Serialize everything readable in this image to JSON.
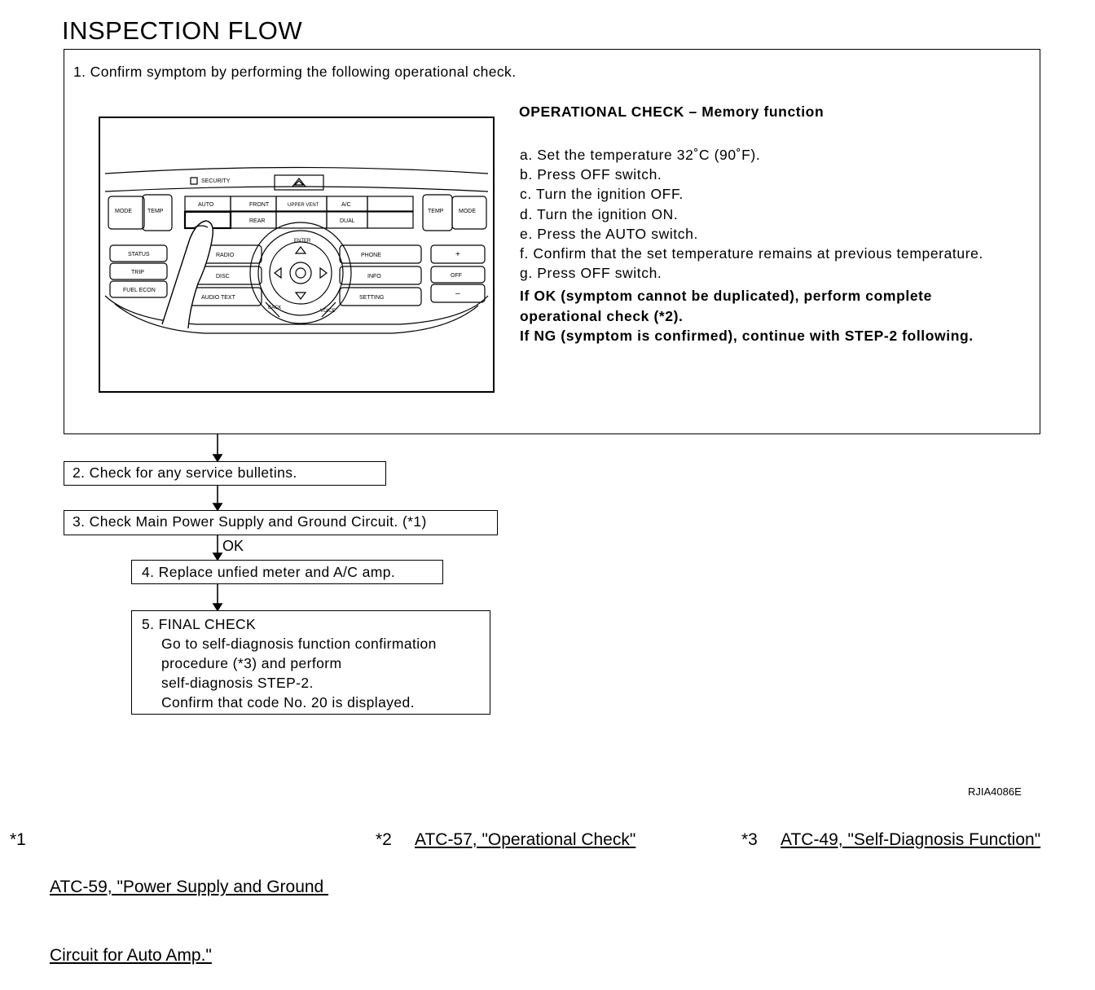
{
  "title": "INSPECTION FLOW",
  "steps": {
    "step1": "1. Confirm symptom by performing the following operational check.",
    "step2": "2. Check for any service bulletins.",
    "step3": "3. Check Main Power Supply and Ground Circuit. (*1)",
    "ok_label": "OK",
    "step4": "4. Replace unfied meter and A/C amp.",
    "step5_lines": [
      "5. FINAL CHECK",
      "Go to self-diagnosis function confirmation",
      "procedure (*3) and perform",
      "self-diagnosis STEP-2.",
      "Confirm that code No. 20 is displayed."
    ]
  },
  "operational_check": {
    "title": "OPERATIONAL CHECK – Memory function",
    "items": [
      "a. Set the temperature 32˚C (90˚F).",
      "b. Press OFF switch.",
      "c. Turn the ignition OFF.",
      "d. Turn the ignition ON.",
      "e. Press the AUTO switch.",
      "f.  Confirm that the set temperature remains at previous temperature.",
      "g. Press OFF switch."
    ],
    "result_lines": [
      "If OK (symptom cannot be duplicated), perform complete",
      "operational check (*2).",
      "If NG (symptom is confirmed), continue with STEP-2 following."
    ]
  },
  "panel_labels": {
    "security": "SECURITY",
    "mode": "MODE",
    "temp": "TEMP",
    "auto": "AUTO",
    "front": "FRONT",
    "upper_vent": "UPPER VENT",
    "ac": "A/C",
    "rear": "REAR",
    "dual": "DUAL",
    "status": "STATUS",
    "trip": "TRIP",
    "fuel_econ": "FUEL ECON",
    "radio": "RADIO",
    "disc": "DISC",
    "audio_text": "AUDIO TEXT",
    "phone": "PHONE",
    "info": "INFO",
    "setting": "SETTING",
    "off": "OFF",
    "back": "BACK",
    "voice": "VOICE",
    "enter": "ENTER"
  },
  "figure_code": "RJIA4086E",
  "references": [
    {
      "marker": "*1",
      "lines": [
        "ATC-59, \"Power Supply and Ground ",
        "Circuit for Auto Amp.\""
      ]
    },
    {
      "marker": "*2",
      "lines": [
        "ATC-57, \"Operational Check\""
      ]
    },
    {
      "marker": "*3",
      "lines": [
        "ATC-49, \"Self-Diagnosis Function\""
      ]
    }
  ]
}
